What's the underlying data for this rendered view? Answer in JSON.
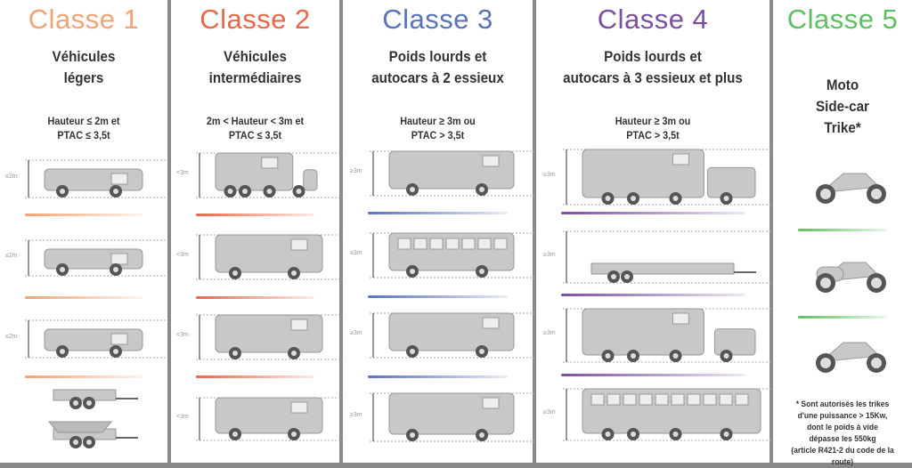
{
  "classes": [
    {
      "title": "Classe 1",
      "color": "#f2a374",
      "subtitle": [
        "Véhicules",
        "légers"
      ],
      "condition": [
        "Hauteur ≤ 2m et",
        "PTAC ≤ 3,5t"
      ],
      "vehicles": [
        {
          "icon": "minivan-icon",
          "height_label": "≤2m"
        },
        {
          "icon": "small-car-icon",
          "height_label": "≤2m"
        },
        {
          "icon": "suv-icon",
          "height_label": "≤2m"
        },
        {
          "icon": "trailer-icon",
          "height_label": ""
        },
        {
          "icon": "boat-trailer-icon",
          "height_label": ""
        }
      ]
    },
    {
      "title": "Classe 2",
      "color": "#e8684a",
      "subtitle": [
        "Véhicules",
        "intermédiaires"
      ],
      "condition": [
        "2m < Hauteur < 3m et",
        "PTAC ≤ 3,5t"
      ],
      "vehicles": [
        {
          "icon": "caravan-with-car-icon",
          "height_label": "<3m"
        },
        {
          "icon": "van-icon",
          "height_label": "<3m"
        },
        {
          "icon": "camper-van-icon",
          "height_label": "<3m"
        },
        {
          "icon": "pickup-camper-icon",
          "height_label": "<3m"
        }
      ]
    },
    {
      "title": "Classe 3",
      "color": "#5a72b8",
      "subtitle": [
        "Poids lourds et",
        "autocars à 2 essieux"
      ],
      "condition": [
        "Hauteur ≥ 3m ou",
        "PTAC > 3,5t"
      ],
      "vehicles": [
        {
          "icon": "box-truck-icon",
          "height_label": "≥3m"
        },
        {
          "icon": "bus-icon",
          "height_label": "≥3m"
        },
        {
          "icon": "light-truck-icon",
          "height_label": "≥3m"
        },
        {
          "icon": "motorhome-icon",
          "height_label": "≥3m"
        }
      ]
    },
    {
      "title": "Classe 4",
      "color": "#7b4ea0",
      "subtitle": [
        "Poids lourds et",
        "autocars à 3 essieux et plus"
      ],
      "condition": [
        "Hauteur ≥ 3m ou",
        "PTAC > 3,5t"
      ],
      "vehicles": [
        {
          "icon": "semi-truck-icon",
          "height_label": "≥3m"
        },
        {
          "icon": "truck-with-trailer-icon",
          "height_label": "≥3m"
        },
        {
          "icon": "caravan-with-van-icon",
          "height_label": "≥3m"
        },
        {
          "icon": "coach-icon",
          "height_label": "≥3m"
        }
      ]
    },
    {
      "title": "Classe 5",
      "color": "#5cc060",
      "subtitle": [
        "Moto",
        "Side-car",
        "Trike*"
      ],
      "condition": [],
      "vehicles": [
        {
          "icon": "motorcycle-icon",
          "height_label": ""
        },
        {
          "icon": "sidecar-icon",
          "height_label": ""
        },
        {
          "icon": "chopper-icon",
          "height_label": ""
        }
      ],
      "note": [
        "* Sont autorisés les trikes",
        "d'une puissance > 15Kw,",
        "dont le poids à vide",
        "dépasse les 550kg",
        "(article R421-2 du code de la route)"
      ]
    }
  ]
}
